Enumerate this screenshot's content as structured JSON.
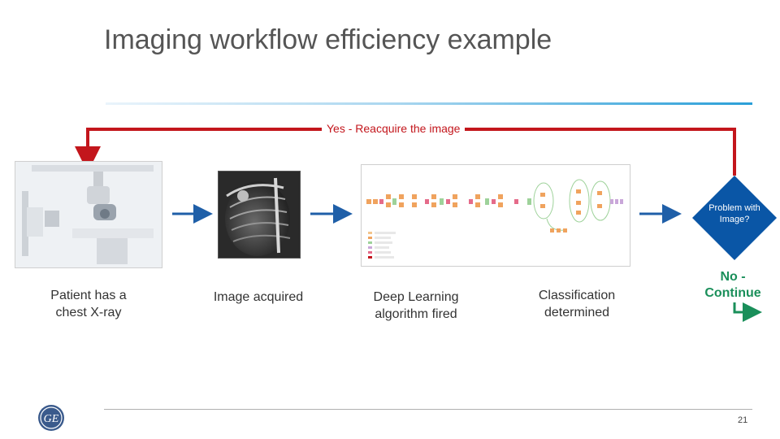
{
  "title": "Imaging workflow efficiency example",
  "feedback_loop": {
    "label": "Yes - Reacquire the image"
  },
  "decision": {
    "question": "Problem with Image?",
    "no_branch": "No - Continue"
  },
  "steps": [
    {
      "label": "Patient has a chest X-ray"
    },
    {
      "label": "Image acquired"
    },
    {
      "label": "Deep Learning algorithm fired"
    },
    {
      "label": "Classification determined"
    }
  ],
  "page_number": "21",
  "colors": {
    "title": "#555555",
    "feedback_red": "#c3161c",
    "arrow_blue": "#1f5fa8",
    "decision_blue": "#0a56a6",
    "continue_green": "#1a8f5a",
    "accent_blue": "#2a9fd8"
  },
  "icons": {
    "logo": "ge-logo",
    "xray_machine": "xray-machine-photo",
    "chest_xray": "chest-xray-image",
    "network": "neural-network-diagram"
  }
}
